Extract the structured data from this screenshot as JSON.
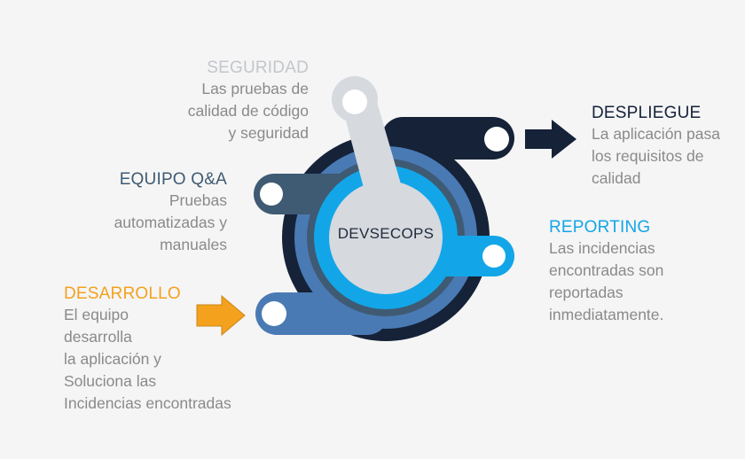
{
  "center": {
    "label": "DEVSECOPS"
  },
  "stages": {
    "seguridad": {
      "title": "SEGURIDAD",
      "description": "Las pruebas de\ncalidad de código\ny seguridad",
      "color": "#c3c6cb"
    },
    "equipo_qa": {
      "title": "EQUIPO Q&A",
      "description": "Pruebas\nautomatizadas y\nmanuales",
      "color": "#3f5a73"
    },
    "desarrollo": {
      "title": "DESARROLLO",
      "description": "El equipo\ndesarrolla\nla aplicación y\nSoluciona las\nIncidencias encontradas",
      "color": "#f4a11d"
    },
    "despliegue": {
      "title": "DESPLIEGUE",
      "description": "La aplicación pasa\n los requisitos de\ncalidad",
      "color": "#15213a"
    },
    "reporting": {
      "title": "REPORTING",
      "description": "Las incidencias\nencontradas son\nreportadas\ninmediatamente.",
      "color": "#12a6e8"
    }
  },
  "colors": {
    "dark_navy": "#152238",
    "steel_blue": "#4a7ab4",
    "slate": "#3f5a73",
    "sky_blue": "#12a6e8",
    "light_gray": "#d6d9de",
    "orange": "#f4a11d"
  },
  "icons": [
    "arrow-right-icon-orange",
    "arrow-right-icon-navy"
  ]
}
